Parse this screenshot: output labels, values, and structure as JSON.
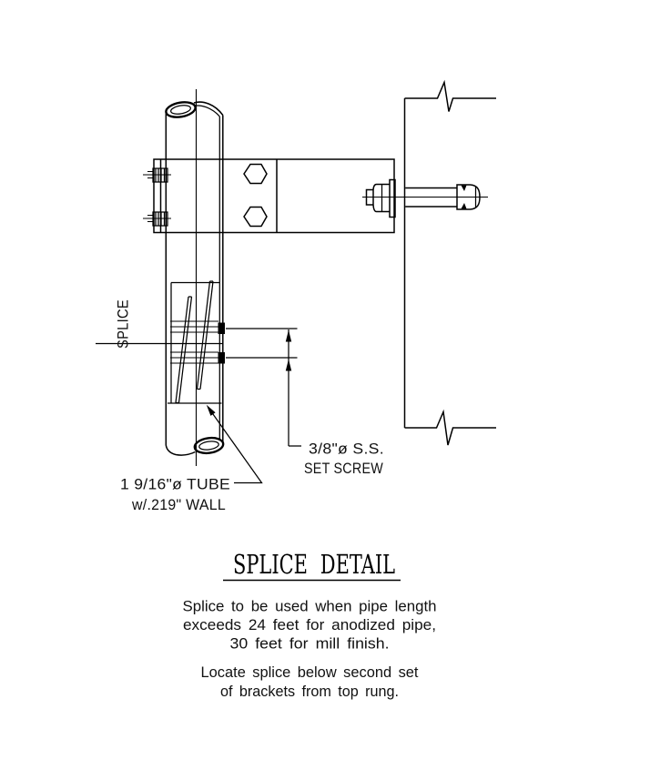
{
  "drawing": {
    "splice_label": "SPLICE",
    "set_screw_note_line1": "3/8\"ø S.S.",
    "set_screw_note_line2": "SET SCREW",
    "tube_note_line1": "1 9/16\"ø TUBE",
    "tube_note_line2": "w/.219\" WALL"
  },
  "title": "SPLICE DETAIL",
  "notes": {
    "para1_line1": "Splice to be used when pipe length",
    "para1_line2": "exceeds 24 feet for anodized pipe,",
    "para1_line3": "30 feet for mill finish.",
    "para2_line1": "Locate splice below second set",
    "para2_line2": "of brackets from top rung."
  },
  "colors": {
    "line": "#000000",
    "background": "#ffffff"
  }
}
